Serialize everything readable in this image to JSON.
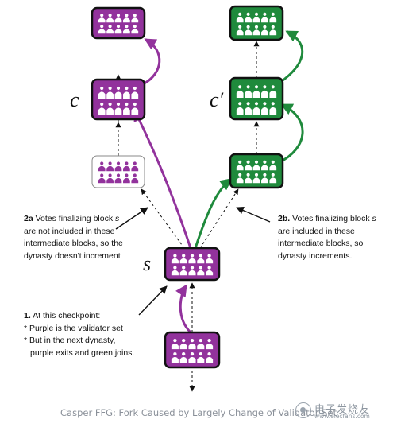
{
  "labels": {
    "c": "c",
    "c_prime": "c′",
    "s": "s"
  },
  "notes": {
    "note_2a": {
      "number": "2a",
      "text_before_s": " Votes finalizing block ",
      "s": "s",
      "text_after_s": " are not included in these intermediate blocks, so the dynasty doesn't increment"
    },
    "note_2b": {
      "number": "2b.",
      "text_before_s": " Votes finalizing block ",
      "s": "s",
      "text_after_s": " are included in these intermediate blocks, so dynasty increments."
    },
    "note_1": {
      "number": "1.",
      "heading": " At this checkpoint:",
      "line1": "* Purple is the validator set",
      "line2": "* But in the next dynasty,",
      "line3": "purple exits and green joins."
    }
  },
  "caption": "Casper FFG: Fork Caused by Largely Change of Validator Set",
  "watermark": {
    "name_cn": "电子发烧友",
    "url": "www.elecfans.com"
  },
  "colors": {
    "purple": "#92329c",
    "green": "#1f8a3c",
    "border": "#111111",
    "faded_border": "#888888"
  },
  "blocks": [
    {
      "id": "block-left-top",
      "color": "purple",
      "style": "solid"
    },
    {
      "id": "block-c",
      "color": "purple",
      "style": "solid"
    },
    {
      "id": "block-left-intermediate",
      "color": "purple",
      "style": "faded"
    },
    {
      "id": "block-s",
      "color": "purple",
      "style": "solid"
    },
    {
      "id": "block-bottom",
      "color": "purple",
      "style": "solid"
    },
    {
      "id": "block-right-top",
      "color": "green",
      "style": "solid"
    },
    {
      "id": "block-c-prime",
      "color": "green",
      "style": "solid"
    },
    {
      "id": "block-right-intermediate",
      "color": "green",
      "style": "solid"
    }
  ]
}
